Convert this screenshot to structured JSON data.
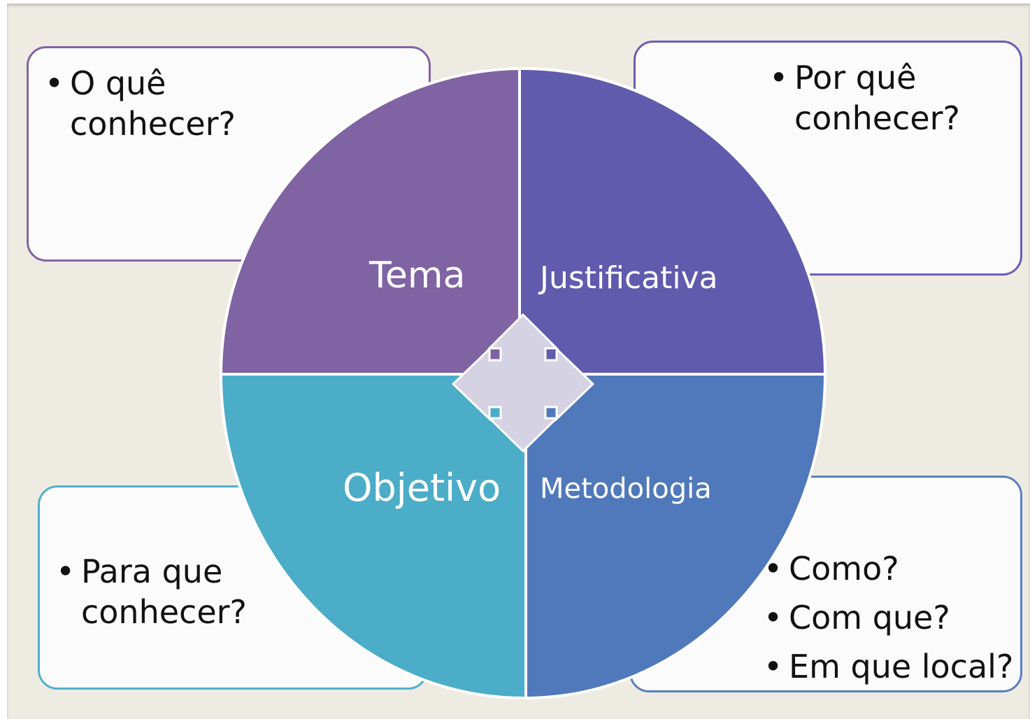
{
  "quadrants": {
    "tema": "Tema",
    "justificativa": "Justificativa",
    "objetivo": "Objetivo",
    "metodologia": "Metodologia"
  },
  "questions": {
    "tema": [
      "O quê conhecer?"
    ],
    "justificativa": [
      "Por quê conhecer?"
    ],
    "objetivo": [
      "Para que conhecer?"
    ],
    "metodologia": [
      "Como?",
      "Com que?",
      "Em que local?"
    ]
  },
  "colors": {
    "tema": "#7f63a2",
    "justificativa": "#605bad",
    "objetivo": "#4badc7",
    "metodologia": "#5079bb",
    "center_arrows": "#d5d3e3"
  }
}
